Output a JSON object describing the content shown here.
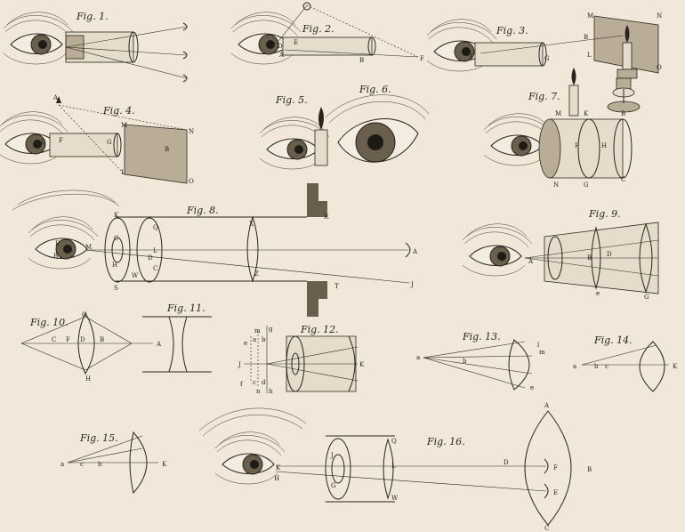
{
  "figures": {
    "f1": {
      "title": "Fig. 1."
    },
    "f2": {
      "title": "Fig. 2.",
      "labels": [
        "D",
        "E",
        "A",
        "B",
        "F"
      ]
    },
    "f3": {
      "title": "Fig. 3.",
      "labels": [
        "B",
        "F",
        "G",
        "M",
        "N",
        "L",
        "O"
      ]
    },
    "f4": {
      "title": "Fig. 4.",
      "labels": [
        "A",
        "D",
        "F",
        "G",
        "B",
        "M",
        "N",
        "L",
        "O"
      ]
    },
    "f5": {
      "title": "Fig. 5."
    },
    "f6": {
      "title": "Fig. 6."
    },
    "f7": {
      "title": "Fig. 7.",
      "labels": [
        "M",
        "K",
        "B",
        "F",
        "H",
        "N",
        "G",
        "C"
      ]
    },
    "f8": {
      "title": "Fig. 8.",
      "labels": [
        "K",
        "Q",
        "R",
        "X",
        "E",
        "B",
        "M",
        "C",
        "L",
        "D",
        "H",
        "W",
        "C",
        "Z",
        "A",
        "S",
        "T",
        "J"
      ]
    },
    "f9": {
      "title": "Fig. 9.",
      "labels": [
        "C",
        "A",
        "B",
        "D",
        "e",
        "G"
      ]
    },
    "f10": {
      "title": "Fig. 10.",
      "labels": [
        "G",
        "C",
        "F",
        "D",
        "B",
        "H",
        "A"
      ]
    },
    "f11": {
      "title": "Fig. 11."
    },
    "f12": {
      "title": "Fig. 12.",
      "labels": [
        "m",
        "g",
        "e",
        "a",
        "b",
        "J",
        "c",
        "d",
        "f",
        "n",
        "h",
        "K"
      ]
    },
    "f13": {
      "title": "Fig. 13.",
      "labels": [
        "a",
        "b",
        "l",
        "m",
        "e"
      ]
    },
    "f14": {
      "title": "Fig. 14.",
      "labels": [
        "a",
        "b",
        "c",
        "K"
      ]
    },
    "f15": {
      "title": "Fig. 15.",
      "labels": [
        "a",
        "c",
        "b",
        "K"
      ]
    },
    "f16": {
      "title": "Fig. 16.",
      "labels": [
        "A",
        "Q",
        "J",
        "L",
        "G",
        "W",
        "K",
        "H",
        "D",
        "F",
        "E",
        "B",
        "C"
      ]
    }
  }
}
